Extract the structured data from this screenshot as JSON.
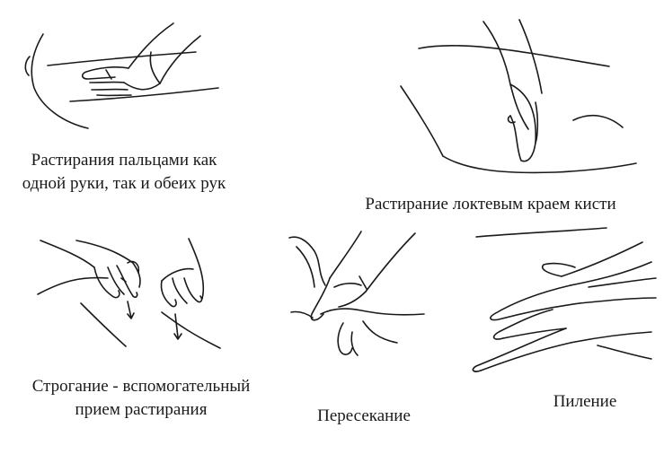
{
  "figures": [
    {
      "caption_lines": [
        "Растирания пальцами как",
        "одной руки, так и обеих рук"
      ]
    },
    {
      "caption_lines": [
        "Растирание локтевым краем кисти"
      ]
    },
    {
      "caption_lines": [
        "Строгание - вспомогательный",
        "прием растирания"
      ]
    },
    {
      "caption_lines": [
        "Пересекание"
      ]
    },
    {
      "caption_lines": [
        "Пиление"
      ]
    }
  ]
}
